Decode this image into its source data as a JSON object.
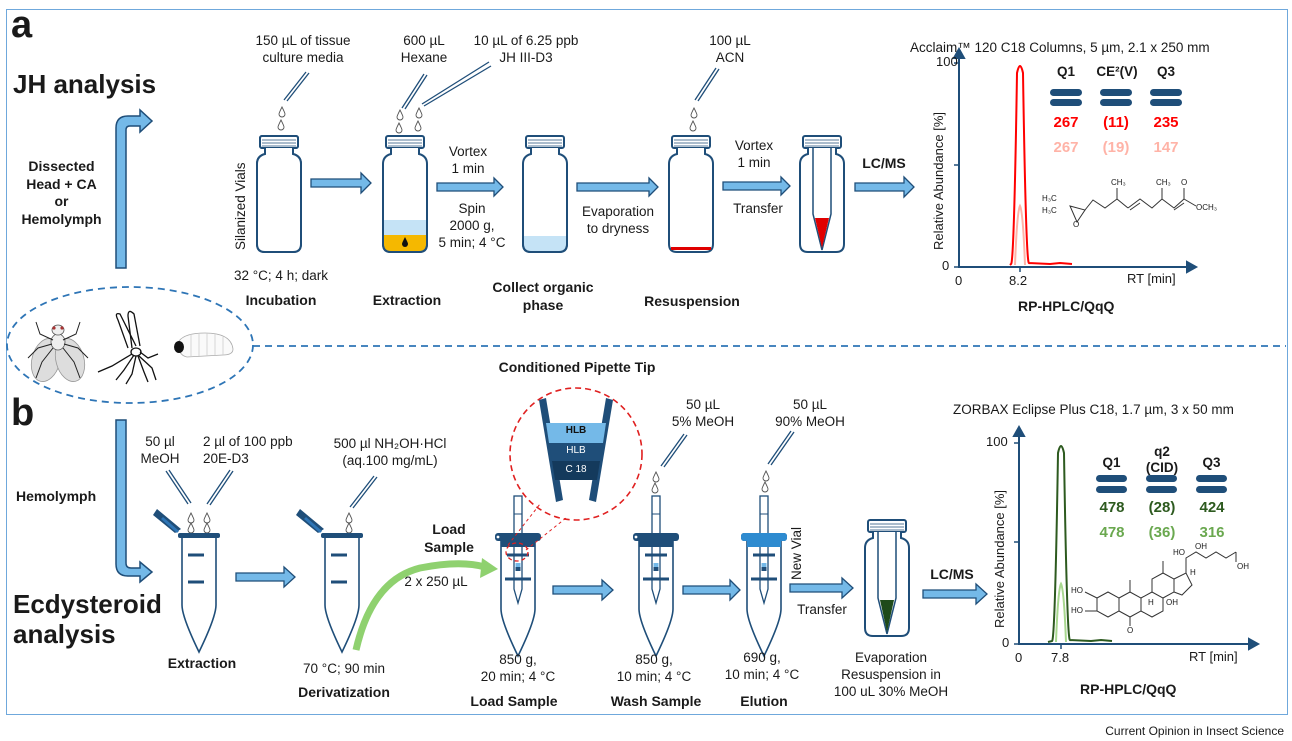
{
  "figure": {
    "footer": "Current Opinion in Insect Science",
    "colors": {
      "frame": "#6fa8dc",
      "dark_blue": "#1f4e79",
      "arrow_fill": "#74b9e8",
      "dashed_line": "#2e75b6",
      "incubation_liquid": "#f5b800",
      "hexane_layer": "#c5e3f6",
      "jh_primary": "#ff0000",
      "jh_secondary": "#ffb3a7",
      "ecd_primary": "#2d5a1f",
      "ecd_secondary": "#6aa84f",
      "load_arrow": "#8fd16f"
    }
  },
  "panel_a": {
    "letter": "a",
    "title": "JH analysis",
    "source_label": "Dissected Head + CA or Hemolymph",
    "source_lines": [
      "Dissected",
      "Head + CA",
      "or",
      "Hemolymph"
    ],
    "vial_label": "Silanized Vials",
    "reagents": [
      {
        "lines": [
          "150 µL of tissue",
          "culture media"
        ]
      },
      {
        "lines": [
          "600 µL",
          "Hexane"
        ]
      },
      {
        "lines": [
          "10 µL of 6.25 ppb",
          "JH III-D3"
        ]
      },
      {
        "lines": [
          "100 µL",
          "ACN"
        ]
      }
    ],
    "incubation_condition": "32 °C; 4 h; dark",
    "arrow_labels": {
      "vortex1_lines": [
        "Vortex",
        "1 min"
      ],
      "spin_lines": [
        "Spin",
        "2000 g,",
        "5 min; 4 °C"
      ],
      "evap_lines": [
        "Evaporation",
        "to dryness"
      ],
      "vortex2_lines": [
        "Vortex",
        "1 min"
      ],
      "transfer": "Transfer",
      "lcms": "LC/MS"
    },
    "steps": [
      "Incubation",
      "Extraction",
      "Collect organic",
      "phase",
      "Resuspension"
    ],
    "column": "Acclaim™ 120 C18 Columns, 5 µm, 2.1 x 250 mm",
    "method": "RP-HPLC/QqQ",
    "mrm": {
      "headers": [
        "Q1",
        "CE²(V)",
        "Q3"
      ],
      "row1": [
        "267",
        "(11)",
        "235"
      ],
      "row2": [
        "267",
        "(19)",
        "147"
      ]
    },
    "structure_labels": {
      "h3c_a": "H₃C",
      "h3c_b": "H₃C",
      "o": "O",
      "ch3_a": "CH₃",
      "ch3_b": "CH₃",
      "o2": "O",
      "och3": "OCH₃"
    }
  },
  "panel_b": {
    "letter": "b",
    "title_lines": [
      "Ecdysteroid",
      "analysis"
    ],
    "source_label": "Hemolymph",
    "reagents": [
      {
        "lines": [
          "50 µl",
          "MeOH"
        ]
      },
      {
        "lines": [
          "2 µl of 100 ppb",
          "20E-D3"
        ]
      },
      {
        "lines": [
          "500 µl NH₂OH·HCl",
          "(aq.100 mg/mL)"
        ]
      },
      {
        "lines": [
          "50 µL",
          "5% MeOH"
        ]
      },
      {
        "lines": [
          "50 µL",
          "90% MeOH"
        ]
      }
    ],
    "pipette_tip_title": "Conditioned Pipette Tip",
    "tip_layers": [
      "HLB",
      "HLB",
      "C 18"
    ],
    "load_sample_arrow_lines": [
      "Load",
      "Sample"
    ],
    "load_volume": "2 x 250 µL",
    "derivatization_condition": "70 °C; 90 min",
    "centrifuge_conditions": [
      [
        "850 g,",
        "20 min; 4 °C"
      ],
      [
        "850 g,",
        "10 min; 4 °C"
      ],
      [
        "690 g,",
        "10 min; 4 °C"
      ]
    ],
    "new_vial": "New Vial",
    "transfer": "Transfer",
    "final_lines": [
      "Evaporation",
      "Resuspension in",
      "100 uL 30% MeOH"
    ],
    "lcms": "LC/MS",
    "steps": [
      "Extraction",
      "Derivatization",
      "Load Sample",
      "Wash Sample",
      "Elution"
    ],
    "column": "ZORBAX Eclipse Plus C18, 1.7 µm, 3 x 50 mm",
    "method": "RP-HPLC/QqQ",
    "mrm": {
      "headers": [
        "Q1",
        "q2",
        "(CID)",
        "Q3"
      ],
      "row1": [
        "478",
        "(28)",
        "424"
      ],
      "row2": [
        "478",
        "(36)",
        "316"
      ]
    },
    "structure_labels": {
      "ho1": "HO",
      "ho2": "HO",
      "ho3": "HO",
      "oh1": "OH",
      "oh2": "OH",
      "oh3": "OH",
      "h1": "H",
      "h2": "H",
      "o": "O"
    }
  },
  "chart_data": [
    {
      "type": "line",
      "title": "Acclaim™ 120 C18 Columns, 5 µm, 2.1 x 250 mm",
      "xlabel": "RT [min]",
      "ylabel": "Relative Abundance [%]",
      "x_ticks": [
        "0",
        "8.2"
      ],
      "y_ticks": [
        "0",
        "100"
      ],
      "ylim": [
        0,
        100
      ],
      "peak_rt": 8.2,
      "series": [
        {
          "name": "267 → 235 (11)",
          "color": "#ff0000",
          "peak_height": 100
        },
        {
          "name": "267 → 147 (19)",
          "color": "#ffb3a7",
          "peak_height": 30
        }
      ],
      "grid": false
    },
    {
      "type": "line",
      "title": "ZORBAX Eclipse Plus C18, 1.7 µm, 3 x 50 mm",
      "xlabel": "RT [min]",
      "ylabel": "Relative Abundance [%]",
      "x_ticks": [
        "0",
        "7.8"
      ],
      "y_ticks": [
        "0",
        "100"
      ],
      "ylim": [
        0,
        100
      ],
      "peak_rt": 7.8,
      "series": [
        {
          "name": "478 → 424 (28)",
          "color": "#2d5a1f",
          "peak_height": 100
        },
        {
          "name": "478 → 316 (36)",
          "color": "#a8d88f",
          "peak_height": 30
        }
      ],
      "grid": false
    }
  ]
}
